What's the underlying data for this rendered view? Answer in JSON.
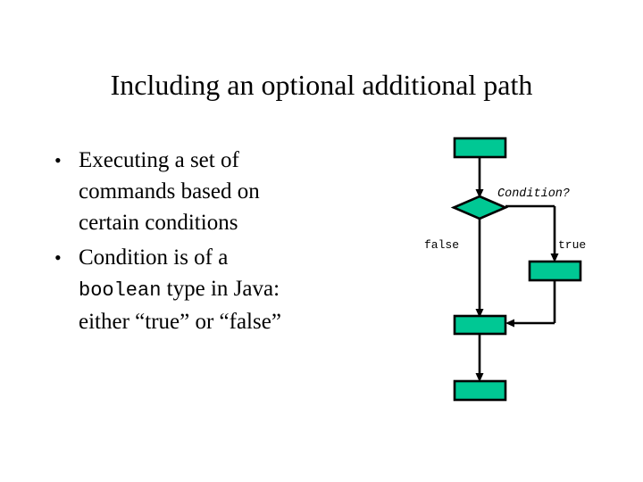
{
  "slide": {
    "title": "Including an optional additional path",
    "background_color": "#ffffff",
    "text_color": "#000000"
  },
  "body": {
    "bullet_marker": "•",
    "items": [
      {
        "id": "bullet-executing-commands",
        "lines": [
          "Executing a set of",
          "commands based on",
          "certain conditions"
        ],
        "text": "Executing a set of commands based on certain conditions"
      },
      {
        "id": "bullet-condition-boolean",
        "lines": [
          "Condition is of a",
          "boolean type in Java:",
          "either “true” or “false”"
        ],
        "text_before_code": "Condition is of a ",
        "code_token": "boolean",
        "text_after_code": " type in Java: either “true” or “false”",
        "segment_line2_after_code": " type in Java:",
        "segment_line3": "either “true” or “false”"
      }
    ]
  },
  "flowchart": {
    "fill_color": "#00C894",
    "stroke_color": "#000000",
    "nodes": [
      {
        "id": "start-statement",
        "shape": "rect",
        "label": ""
      },
      {
        "id": "condition-decision",
        "shape": "diamond",
        "label": ""
      },
      {
        "id": "true-branch-statement",
        "shape": "rect",
        "label": ""
      },
      {
        "id": "merge-statement",
        "shape": "rect",
        "label": ""
      },
      {
        "id": "end-statement",
        "shape": "rect",
        "label": ""
      }
    ],
    "labels": {
      "condition": "Condition?",
      "false_branch": "false",
      "true_branch": "true"
    }
  }
}
